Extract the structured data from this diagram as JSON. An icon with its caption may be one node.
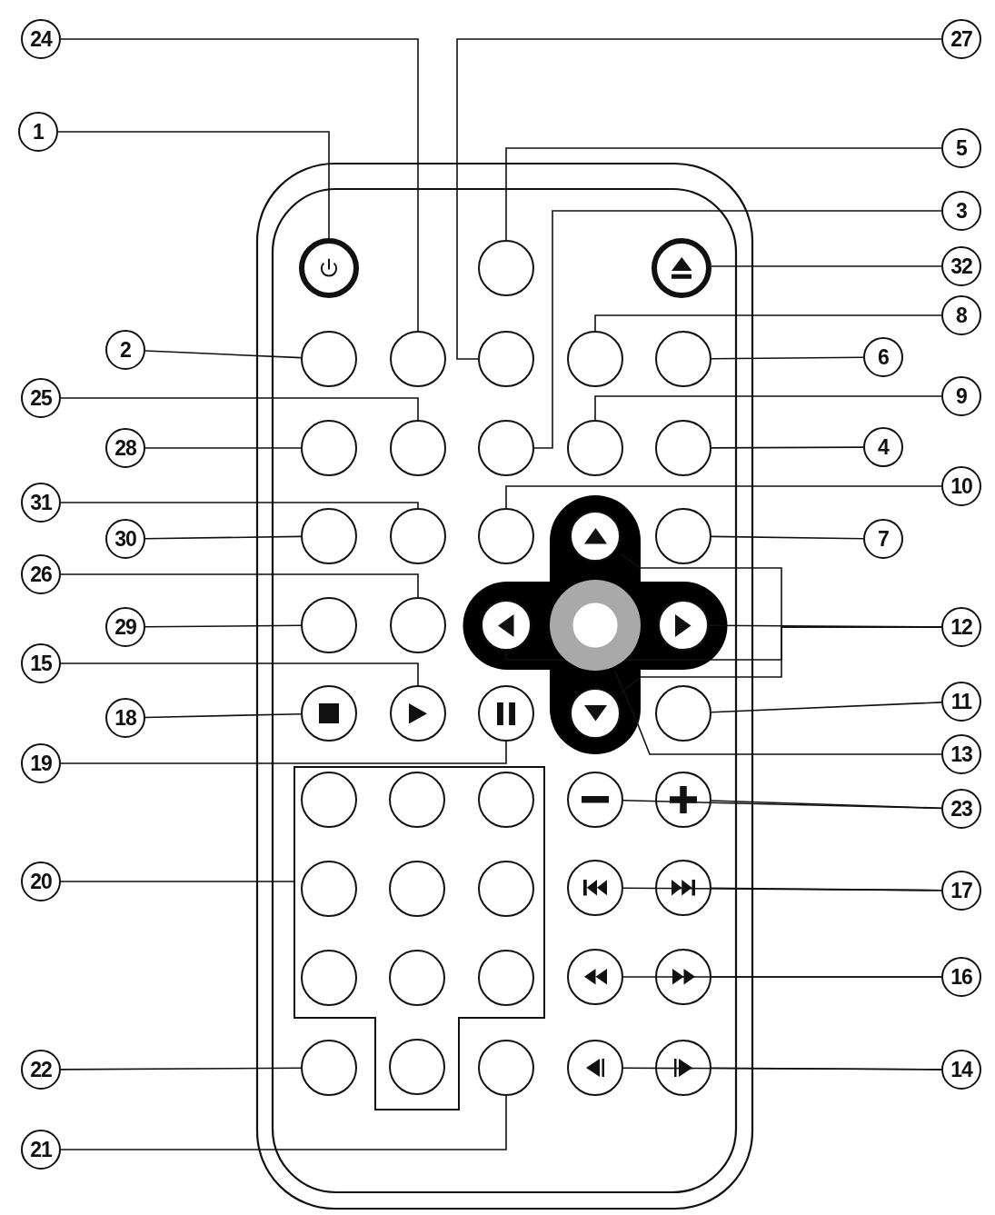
{
  "diagram": {
    "nodes": [
      {
        "text": [
          "24"
        ]
      },
      {
        "text": [
          "27"
        ]
      },
      {
        "text": [
          "1"
        ]
      },
      {
        "text": [
          "5"
        ]
      },
      {
        "text": [
          "3"
        ]
      },
      {
        "text": [
          "32"
        ]
      },
      {
        "text": [
          "8"
        ]
      },
      {
        "text": [
          "2"
        ]
      },
      {
        "text": [
          "6"
        ]
      },
      {
        "text": [
          "9"
        ]
      },
      {
        "text": [
          "25"
        ]
      },
      {
        "text": [
          "28"
        ]
      },
      {
        "text": [
          "4"
        ]
      },
      {
        "text": [
          "10"
        ]
      },
      {
        "text": [
          "31"
        ]
      },
      {
        "text": [
          "30"
        ]
      },
      {
        "text": [
          "7"
        ]
      },
      {
        "text": [
          "26"
        ]
      },
      {
        "text": [
          "29"
        ]
      },
      {
        "text": [
          "12"
        ]
      },
      {
        "text": [
          "15"
        ]
      },
      {
        "text": [
          "11"
        ]
      },
      {
        "text": [
          "18"
        ]
      },
      {
        "text": [
          "13"
        ]
      },
      {
        "text": [
          "19"
        ]
      },
      {
        "text": [
          "23"
        ]
      },
      {
        "text": [
          "20"
        ]
      },
      {
        "text": [
          "17"
        ]
      },
      {
        "text": [
          "16"
        ]
      },
      {
        "text": [
          "22"
        ]
      },
      {
        "text": [
          "14"
        ]
      },
      {
        "text": [
          "21"
        ]
      },
      {
        "text": [],
        "shape": "circle"
      },
      {
        "text": [],
        "shape": "circle"
      },
      {
        "text": [],
        "shape": "circle"
      },
      {
        "text": [],
        "shape": "circle"
      },
      {
        "text": [],
        "shape": "circle"
      },
      {
        "text": [],
        "shape": "circle"
      },
      {
        "text": [],
        "shape": "circle"
      },
      {
        "text": [],
        "shape": "circle"
      },
      {
        "text": [],
        "shape": "circle"
      },
      {
        "text": [],
        "shape": "circle"
      },
      {
        "text": [],
        "shape": "circle"
      },
      {
        "text": [],
        "shape": "circle"
      },
      {
        "text": [],
        "shape": "circle"
      },
      {
        "text": [],
        "shape": "circle"
      },
      {
        "text": [],
        "shape": "circle"
      },
      {
        "text": [],
        "shape": "circle"
      },
      {
        "text": [],
        "shape": "circle"
      },
      {
        "text": [],
        "shape": "circle"
      },
      {
        "text": [],
        "shape": "circle"
      },
      {
        "text": [],
        "shape": "circle"
      },
      {
        "text": [],
        "shape": "circle"
      },
      {
        "text": [],
        "shape": "circle"
      },
      {
        "text": [],
        "shape": "circle"
      },
      {
        "text": [],
        "shape": "circle"
      },
      {
        "text": [],
        "shape": "circle"
      },
      {
        "text": [],
        "shape": "circle"
      },
      {
        "text": [],
        "shape": "circle"
      },
      {
        "text": [],
        "shape": "circle"
      },
      {
        "text": [],
        "shape": "box"
      },
      {
        "text": [],
        "shape": "circle",
        "in": 60
      },
      {
        "text": [],
        "shape": "circle",
        "in": 60
      },
      {
        "text": [],
        "shape": "circle",
        "in": 60
      },
      {
        "text": [],
        "shape": "circle"
      },
      {
        "text": [],
        "shape": "circle"
      },
      {
        "text": [],
        "shape": "circle",
        "in": 60
      },
      {
        "text": [],
        "shape": "circle",
        "in": 60
      },
      {
        "text": [],
        "shape": "circle",
        "in": 60
      },
      {
        "text": [],
        "shape": "circle"
      },
      {
        "text": [],
        "shape": "circle"
      },
      {
        "text": [],
        "shape": "circle",
        "in": 60
      },
      {
        "text": [],
        "shape": "circle",
        "in": 60
      },
      {
        "text": [],
        "shape": "circle",
        "in": 60
      },
      {
        "text": [],
        "shape": "circle"
      },
      {
        "text": [],
        "shape": "circle"
      },
      {
        "text": [],
        "shape": "circle"
      },
      {
        "text": [],
        "shape": "circle",
        "in": 60
      },
      {
        "text": [],
        "shape": "circle"
      },
      {
        "text": [],
        "shape": "circle"
      },
      {
        "text": [],
        "shape": "circle"
      }
    ],
    "edges": [
      {
        "from": 0,
        "to": 36,
        "arrow": "none"
      },
      {
        "from": 1,
        "to": 37,
        "arrow": "none"
      },
      {
        "from": 2,
        "to": 32,
        "arrow": "none"
      },
      {
        "from": 3,
        "to": 33,
        "arrow": "none"
      },
      {
        "from": 4,
        "to": 42,
        "arrow": "none"
      },
      {
        "from": 5,
        "to": 34,
        "arrow": "none"
      },
      {
        "from": 6,
        "to": 38,
        "arrow": "none"
      },
      {
        "from": 7,
        "to": 35,
        "arrow": "none"
      },
      {
        "from": 8,
        "to": 39,
        "arrow": "none"
      },
      {
        "from": 9,
        "to": 43,
        "arrow": "none"
      },
      {
        "from": 10,
        "to": 41,
        "arrow": "none"
      },
      {
        "from": 11,
        "to": 40,
        "arrow": "none"
      },
      {
        "from": 12,
        "to": 44,
        "arrow": "none"
      },
      {
        "from": 13,
        "to": 47,
        "arrow": "none"
      },
      {
        "from": 14,
        "to": 46,
        "arrow": "none"
      },
      {
        "from": 15,
        "to": 45,
        "arrow": "none"
      },
      {
        "from": 16,
        "to": 49,
        "arrow": "none"
      },
      {
        "from": 17,
        "to": 51,
        "arrow": "none"
      },
      {
        "from": 18,
        "to": 50,
        "arrow": "none"
      },
      {
        "from": 19,
        "to": 48,
        "arrow": "none"
      },
      {
        "from": 19,
        "to": 54,
        "arrow": "none"
      },
      {
        "from": 19,
        "to": 52,
        "arrow": "none"
      },
      {
        "from": 19,
        "to": 58,
        "arrow": "none"
      },
      {
        "from": 20,
        "to": 56,
        "arrow": "none"
      },
      {
        "from": 21,
        "to": 59,
        "arrow": "none"
      },
      {
        "from": 22,
        "to": 55,
        "arrow": "none"
      },
      {
        "from": 23,
        "to": 53,
        "arrow": "none"
      },
      {
        "from": 24,
        "to": 57,
        "arrow": "none"
      },
      {
        "from": 25,
        "to": 65,
        "arrow": "none"
      },
      {
        "from": 25,
        "to": 64,
        "arrow": "none"
      },
      {
        "from": 26,
        "to": 60,
        "arrow": "none"
      },
      {
        "from": 27,
        "to": 70,
        "arrow": "none"
      },
      {
        "from": 27,
        "to": 69,
        "arrow": "none"
      },
      {
        "from": 28,
        "to": 75,
        "arrow": "none"
      },
      {
        "from": 28,
        "to": 74,
        "arrow": "none"
      },
      {
        "from": 29,
        "to": 76,
        "arrow": "none"
      },
      {
        "from": 30,
        "to": 80,
        "arrow": "none"
      },
      {
        "from": 30,
        "to": 79,
        "arrow": "none"
      },
      {
        "from": 31,
        "to": 78,
        "arrow": "none"
      }
    ]
  }
}
